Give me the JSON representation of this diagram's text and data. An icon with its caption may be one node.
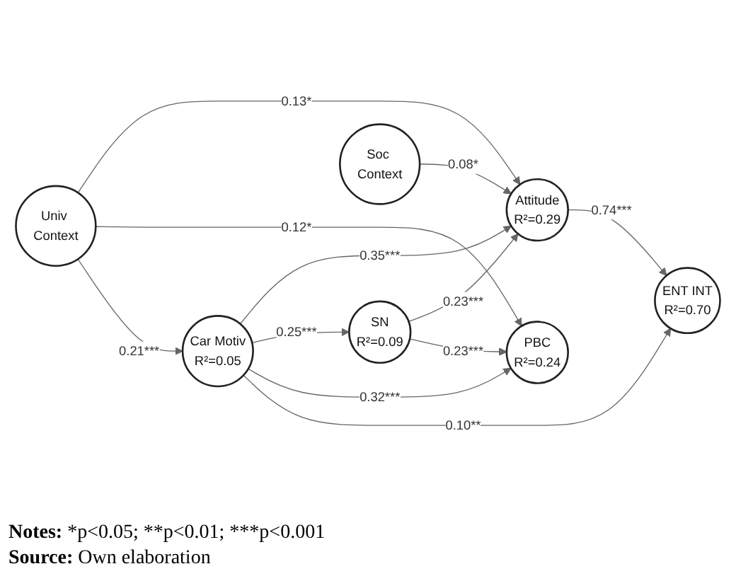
{
  "diagram": {
    "nodes": [
      {
        "text": [
          "Univ Context"
        ]
      },
      {
        "text": [
          "Attitude",
          "R²=0.29"
        ]
      },
      {
        "text": [
          "SN",
          "R²=0.09"
        ]
      },
      {
        "text": [
          "ENT INT",
          "R²=0.70"
        ]
      },
      {
        "text": [
          "Soc Context"
        ]
      },
      {
        "text": [
          "Car Motiv",
          "R²=0.05"
        ]
      },
      {
        "text": [
          "PBC",
          "R²=0.24"
        ]
      }
    ],
    "edges": [
      {
        "from": 0,
        "to": 1,
        "arrow": "to",
        "label": "0.13*"
      },
      {
        "from": 0,
        "to": 6,
        "arrow": "to",
        "label": "0.12*"
      },
      {
        "from": 0,
        "to": 5,
        "arrow": "to",
        "label": "0.21***"
      },
      {
        "from": 4,
        "to": 1,
        "arrow": "to",
        "label": "0.08*"
      },
      {
        "from": 5,
        "to": 1,
        "arrow": "to",
        "label": "0.35***"
      },
      {
        "from": 5,
        "to": 2,
        "arrow": "to",
        "label": "0.25***"
      },
      {
        "from": 5,
        "to": 6,
        "arrow": "to",
        "label": "0.32***"
      },
      {
        "from": 5,
        "to": 3,
        "arrow": "to",
        "label": "0.10**"
      },
      {
        "from": 2,
        "to": 1,
        "arrow": "to",
        "label": "0.23***"
      },
      {
        "from": 2,
        "to": 6,
        "arrow": "to",
        "label": "0.23***"
      },
      {
        "from": 1,
        "to": 3,
        "arrow": "to",
        "label": "0.74***"
      }
    ],
    "labels": [
      "Notes: *p<0.05; **p<0.01; ***p<0.001",
      "Source: Own elaboration"
    ]
  }
}
